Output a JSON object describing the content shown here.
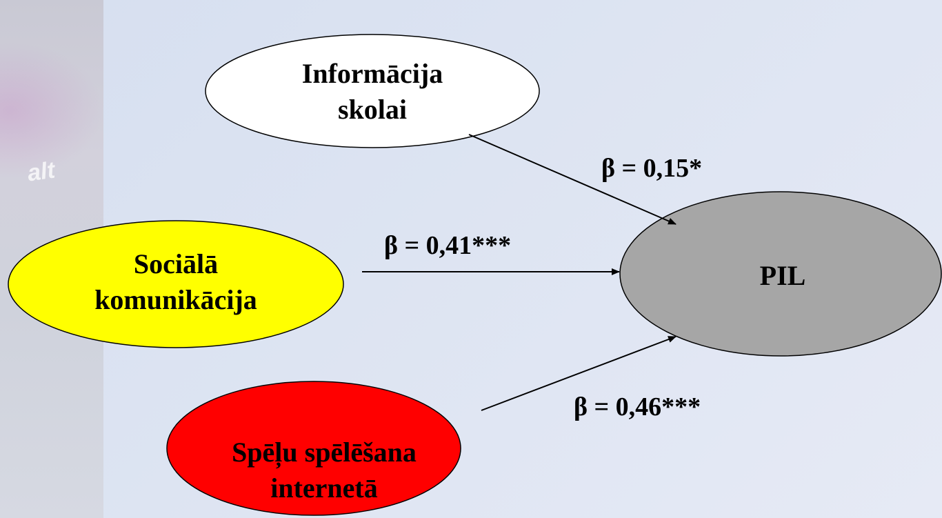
{
  "nodes": {
    "informacija": {
      "line1": "Informācija",
      "line2": "skolai",
      "color": "#ffffff"
    },
    "sociala": {
      "line1": "Sociālā",
      "line2": "komunikācija",
      "color": "#ffff00"
    },
    "speles": {
      "line1": "Spēļu spēlēšana",
      "line2": "internetā",
      "color": "#ff0000"
    },
    "pil": {
      "label": "PIL",
      "color": "#a6a6a6"
    }
  },
  "edges": {
    "informacija_to_pil": "β = 0,15*",
    "sociala_to_pil": "β = 0,41***",
    "speles_to_pil": "β = 0,46***"
  },
  "decor": {
    "left_strip_mark": "alt"
  }
}
